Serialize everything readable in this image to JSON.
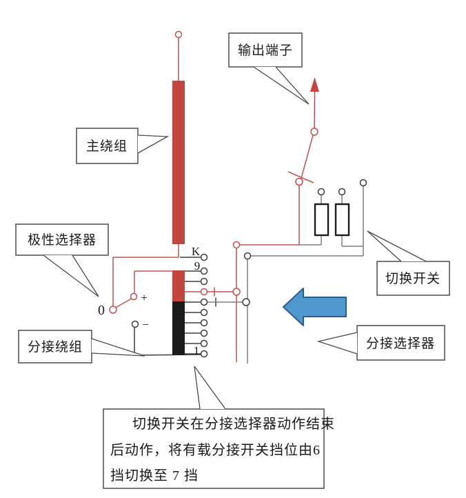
{
  "figure": {
    "title_semantic": "on-load-tap-changer-schematic",
    "callouts": {
      "main_winding": "主绕组",
      "output_terminal": "输出端子",
      "polarity_selector": "极性选择器",
      "tap_winding": "分接绕组",
      "changeover_switch": "切换开关",
      "tap_selector": "分接选择器"
    },
    "terminal_labels": {
      "k": "K",
      "tap_top": "9",
      "tap_bottom": "1",
      "zero": "0",
      "plus": "+",
      "minus": "−"
    },
    "note": {
      "line1": "切换开关在分接选择器动作结束",
      "line2": "后动作，将有载分接开关挡位由6",
      "line3": "挡切换至 7 挡"
    },
    "colors": {
      "winding_red": "#c2463f",
      "wire_red": "#c0504d",
      "winding_black": "#1c1c1c",
      "wire_gray": "#7f7f7f",
      "wire_dark": "#3d3d3d",
      "box_border": "#4a4a4a",
      "resistor_stroke": "#1a1a1a",
      "arrow_fill": "#4f97cf",
      "arrow_stroke": "#2e5b8e",
      "text": "#1a1a1a"
    }
  }
}
